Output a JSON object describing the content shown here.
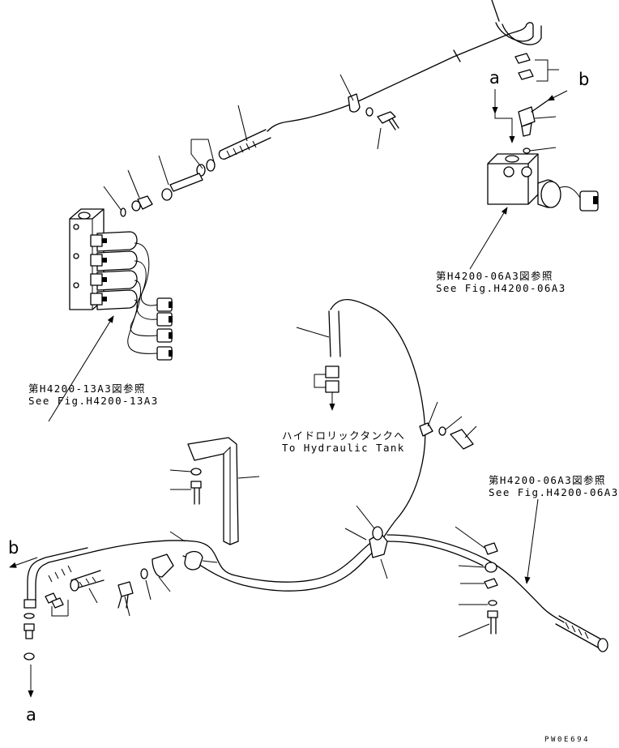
{
  "callouts": {
    "upper_right_jp": "第H4200-06A3図参照",
    "upper_right_en": "See Fig.H4200-06A3",
    "left_block_jp": "第H4200-13A3図参照",
    "left_block_en": "See Fig.H4200-13A3",
    "tank_jp": "ハイドロリックタンクへ",
    "tank_en": "To Hydraulic Tank",
    "lower_right_jp": "第H4200-06A3図参照",
    "lower_right_en": "See Fig.H4200-06A3"
  },
  "markers": {
    "a_top": "a",
    "b_top": "b",
    "b_left": "b",
    "a_bottom": "a"
  },
  "drawing_code": "PW0E694"
}
